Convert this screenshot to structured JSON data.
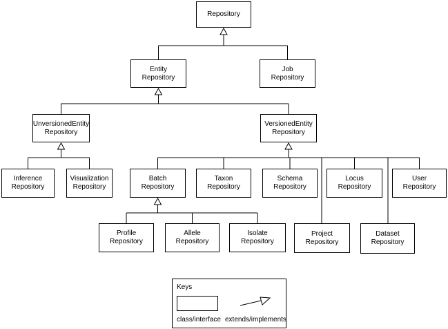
{
  "nodes": [
    {
      "id": "repository",
      "lines": [
        "Repository"
      ]
    },
    {
      "id": "entity",
      "lines": [
        "Entity",
        "Repository"
      ]
    },
    {
      "id": "job",
      "lines": [
        "Job",
        "Repository"
      ]
    },
    {
      "id": "unversioned",
      "lines": [
        "UnversionedEntity",
        "Repository"
      ]
    },
    {
      "id": "versioned",
      "lines": [
        "VersionedEntity",
        "Repository"
      ]
    },
    {
      "id": "inference",
      "lines": [
        "Inference",
        "Repository"
      ]
    },
    {
      "id": "visualization",
      "lines": [
        "Visualization",
        "Repository"
      ]
    },
    {
      "id": "batch",
      "lines": [
        "Batch",
        "Repository"
      ]
    },
    {
      "id": "taxon",
      "lines": [
        "Taxon",
        "Repository"
      ]
    },
    {
      "id": "schema",
      "lines": [
        "Schema",
        "Repository"
      ]
    },
    {
      "id": "locus",
      "lines": [
        "Locus",
        "Repository"
      ]
    },
    {
      "id": "user",
      "lines": [
        "User",
        "Repository"
      ]
    },
    {
      "id": "profile",
      "lines": [
        "Profile",
        "Repository"
      ]
    },
    {
      "id": "allele",
      "lines": [
        "Allele",
        "Repository"
      ]
    },
    {
      "id": "isolate",
      "lines": [
        "Isolate",
        "Repository"
      ]
    },
    {
      "id": "project",
      "lines": [
        "Project",
        "Repository"
      ]
    },
    {
      "id": "dataset",
      "lines": [
        "Dataset",
        "Repository"
      ]
    }
  ],
  "edges": [
    {
      "child": "entity",
      "parent": "repository"
    },
    {
      "child": "job",
      "parent": "repository"
    },
    {
      "child": "unversioned",
      "parent": "entity"
    },
    {
      "child": "versioned",
      "parent": "entity"
    },
    {
      "child": "inference",
      "parent": "unversioned"
    },
    {
      "child": "visualization",
      "parent": "unversioned"
    },
    {
      "child": "batch",
      "parent": "versioned"
    },
    {
      "child": "taxon",
      "parent": "versioned"
    },
    {
      "child": "schema",
      "parent": "versioned"
    },
    {
      "child": "locus",
      "parent": "versioned"
    },
    {
      "child": "user",
      "parent": "versioned"
    },
    {
      "child": "project",
      "parent": "versioned"
    },
    {
      "child": "dataset",
      "parent": "versioned"
    },
    {
      "child": "profile",
      "parent": "batch"
    },
    {
      "child": "allele",
      "parent": "batch"
    },
    {
      "child": "isolate",
      "parent": "batch"
    }
  ],
  "legend": {
    "title": "Keys",
    "class_label": "class/interface",
    "extends_label": "extends/implements"
  }
}
